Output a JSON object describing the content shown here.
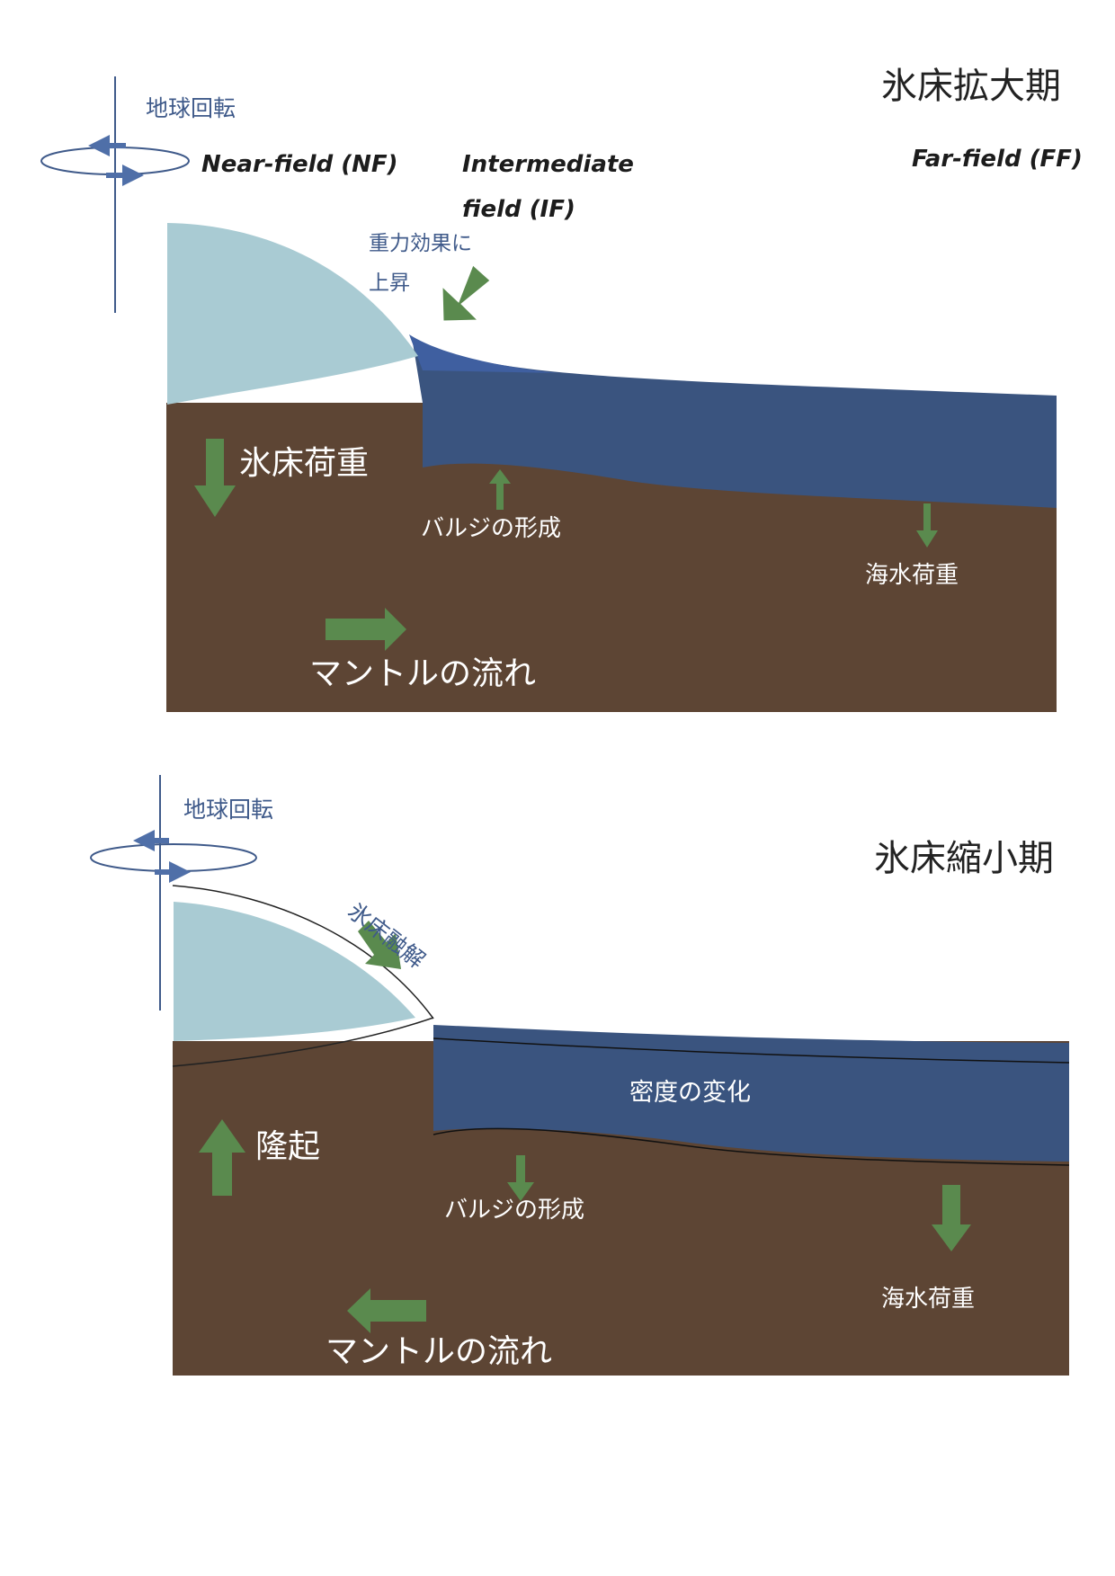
{
  "top_panel": {
    "title": "氷床拡大期",
    "earth_rotation": "地球回転",
    "near_field": "Near-field (NF)",
    "intermediate_line1": "Intermediate",
    "intermediate_line2": "field (IF)",
    "far_field": "Far-field (FF)",
    "gravity_line1": "重力効果に",
    "gravity_line2": "上昇",
    "ice_load": "氷床荷重",
    "bulge": "バルジの形成",
    "sea_load": "海水荷重",
    "mantle_flow": "マントルの流れ"
  },
  "bottom_panel": {
    "title": "氷床縮小期",
    "earth_rotation": "地球回転",
    "ice_melt": "氷床融解",
    "density_change": "密度の変化",
    "uplift": "隆起",
    "bulge": "バルジの形成",
    "sea_load": "海水荷重",
    "mantle_flow": "マントルの流れ"
  },
  "colors": {
    "earth": "#5d4534",
    "ice": "#a9cbd3",
    "ocean": "#3a547f",
    "ocean_light": "#3f5fa0",
    "arrow_green": "#5a8a4e",
    "arrow_blue": "#4f6fa8",
    "axis": "#3f5a8a"
  }
}
